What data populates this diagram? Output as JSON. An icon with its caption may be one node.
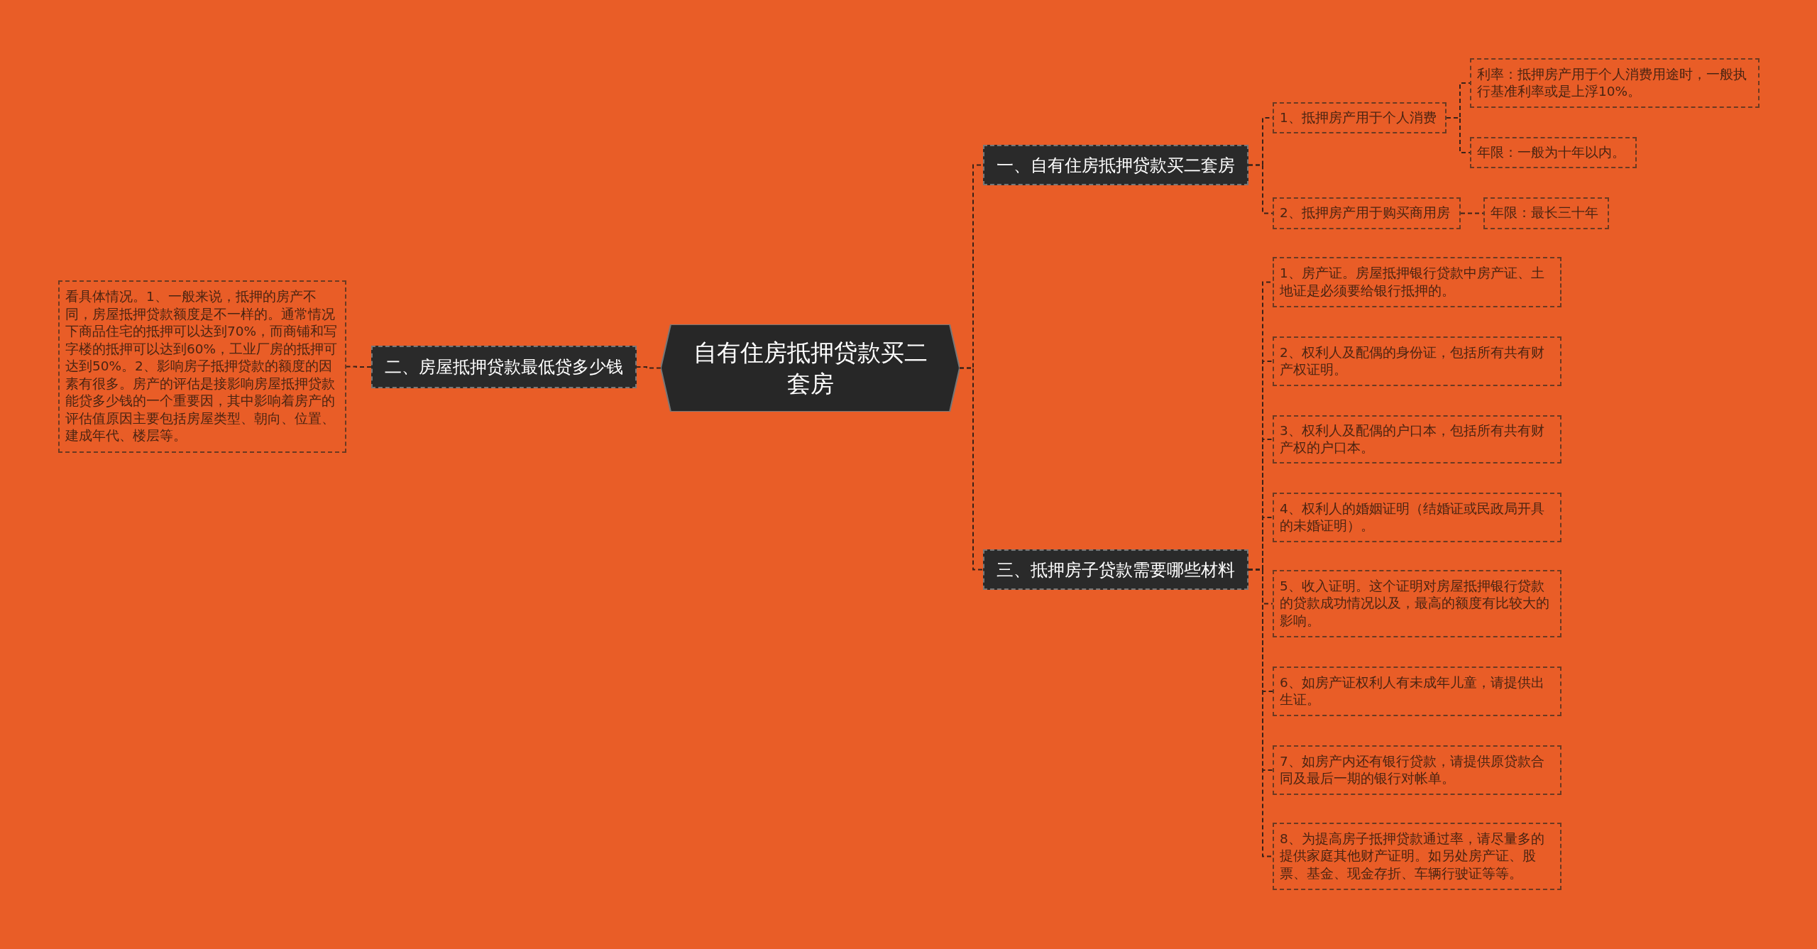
{
  "diagram": {
    "nodes": [
      {
        "text": [
          "自有住房抵押贷款买二套房"
        ]
      },
      {
        "text": [
          "一、自有住房抵押贷款买二套房"
        ]
      },
      {
        "text": [
          "1、抵押房产用于个人消费"
        ]
      },
      {
        "text": [
          "利率：抵押房产用于个人消费用途时，一般执行基准利率或是上浮10%。"
        ]
      },
      {
        "text": [
          "年限：一般为十年以内。"
        ]
      },
      {
        "text": [
          "2、抵押房产用于购买商用房"
        ]
      },
      {
        "text": [
          "年限：最长三十年"
        ]
      },
      {
        "text": [
          "二、房屋抵押贷款最低贷多少钱"
        ]
      },
      {
        "text": [
          "看具体情况。1、一般来说，抵押的房产不同，房屋抵押贷款额度是不一样的。通常情况下商品住宅的抵押可以达到70%，而商铺和写字楼的抵押可以达到60%，工业厂房的抵押可达到50%。2、影响房子抵押贷款的额度的因素有很多。房产的评估是接影响房屋抵押贷款能贷多少钱的一个重要因，其中影响着房产的评估值原因主要包括房屋类型、朝向、位置、建成年代、楼层等。"
        ]
      },
      {
        "text": [
          "三、抵押房子贷款需要哪些材料"
        ]
      },
      {
        "text": [
          "1、房产证。房屋抵押银行贷款中房产证、土地证是必须要给银行抵押的。"
        ]
      },
      {
        "text": [
          "2、权利人及配偶的身份证，包括所有共有财产权证明。"
        ]
      },
      {
        "text": [
          "3、权利人及配偶的户口本，包括所有共有财产权的户口本。"
        ]
      },
      {
        "text": [
          "4、权利人的婚姻证明（结婚证或民政局开具的未婚证明）。"
        ]
      },
      {
        "text": [
          "5、收入证明。这个证明对房屋抵押银行贷款的贷款成功情况以及，最高的额度有比较大的影响。"
        ]
      },
      {
        "text": [
          "6、如房产证权利人有未成年儿童，请提供出生证。"
        ]
      },
      {
        "text": [
          "7、如房产内还有银行贷款，请提供原贷款合同及最后一期的银行对帐单。"
        ]
      },
      {
        "text": [
          "8、为提高房子抵押贷款通过率，请尽量多的提供家庭其他财产证明。如另处房产证、股票、基金、现金存折、车辆行驶证等等。"
        ]
      }
    ],
    "edges": [
      {
        "from": 0,
        "to": 1,
        "arrow": "none"
      },
      {
        "from": 1,
        "to": 2,
        "arrow": "none"
      },
      {
        "from": 2,
        "to": 3,
        "arrow": "none"
      },
      {
        "from": 2,
        "to": 4,
        "arrow": "none"
      },
      {
        "from": 1,
        "to": 5,
        "arrow": "none"
      },
      {
        "from": 5,
        "to": 6,
        "arrow": "none"
      },
      {
        "from": 0,
        "to": 7,
        "arrow": "none"
      },
      {
        "from": 7,
        "to": 8,
        "arrow": "none"
      },
      {
        "from": 0,
        "to": 9,
        "arrow": "none"
      },
      {
        "from": 9,
        "to": 10,
        "arrow": "none"
      },
      {
        "from": 9,
        "to": 11,
        "arrow": "none"
      },
      {
        "from": 9,
        "to": 12,
        "arrow": "none"
      },
      {
        "from": 9,
        "to": 13,
        "arrow": "none"
      },
      {
        "from": 9,
        "to": 14,
        "arrow": "none"
      },
      {
        "from": 9,
        "to": 15,
        "arrow": "none"
      },
      {
        "from": 9,
        "to": 16,
        "arrow": "none"
      },
      {
        "from": 9,
        "to": 17,
        "arrow": "none"
      }
    ]
  }
}
